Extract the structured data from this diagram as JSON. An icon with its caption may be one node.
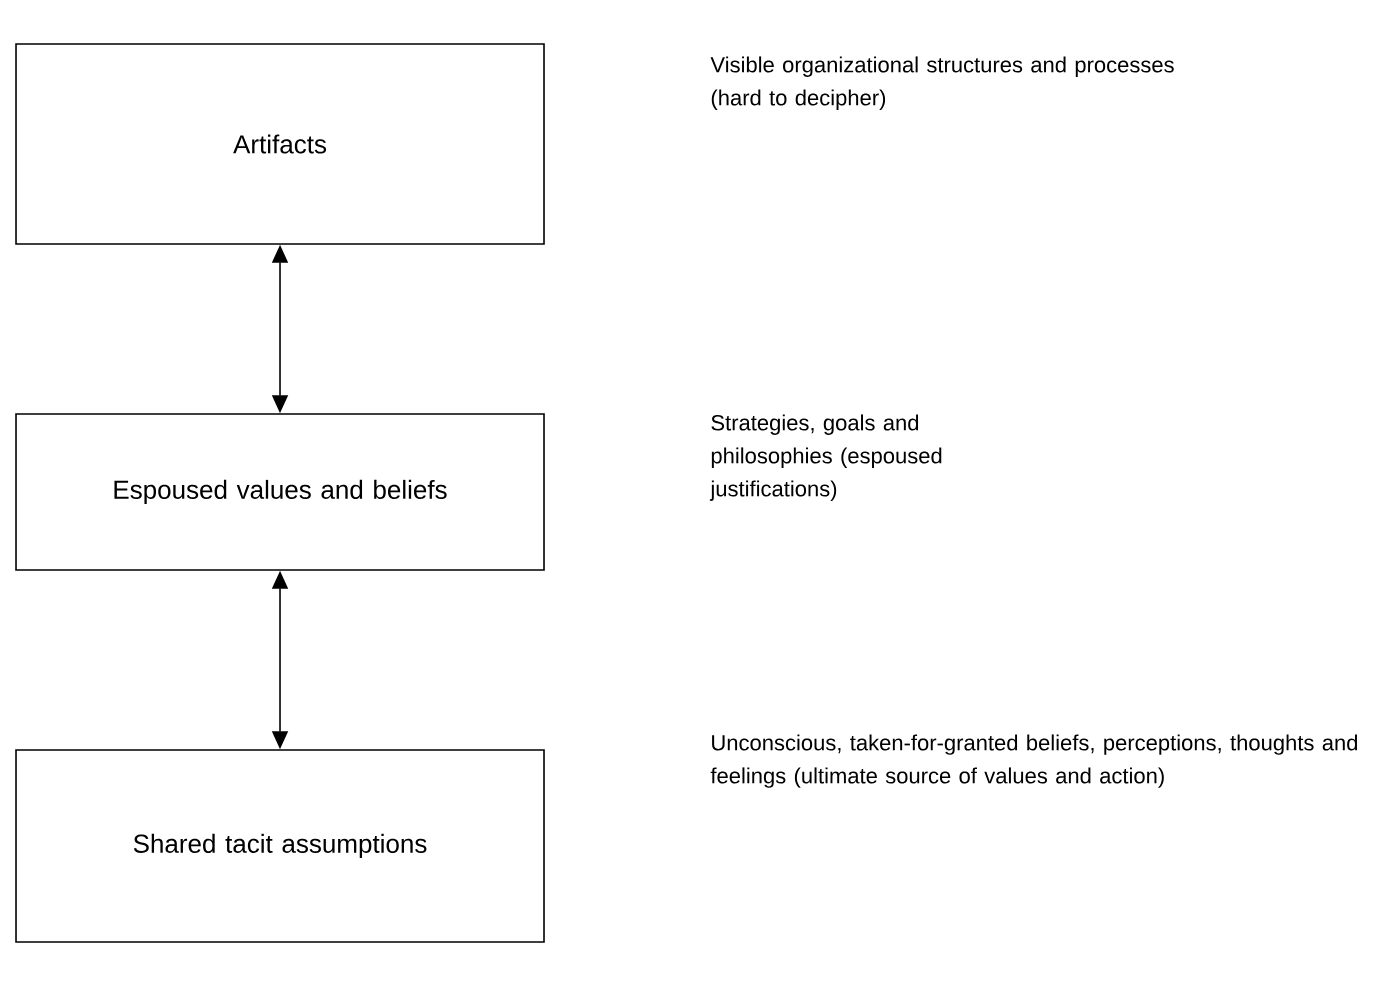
{
  "diagram": {
    "nodes": [
      {
        "text": [
          "Artifacts"
        ]
      },
      {
        "text": [
          "Espoused values and beliefs"
        ]
      },
      {
        "text": [
          "Shared tacit assumptions"
        ]
      }
    ],
    "edges": [
      {
        "from": 0,
        "to": 1,
        "arrow": "both"
      },
      {
        "from": 1,
        "to": 2,
        "arrow": "both"
      }
    ],
    "labels": [
      "Visible organizational structures and processes (hard to decipher)",
      "Strategies, goals and philosophies (espoused justifications)",
      "Unconscious, taken-for-granted beliefs, perceptions, thoughts and feelings (ultimate source of values and action)"
    ]
  }
}
